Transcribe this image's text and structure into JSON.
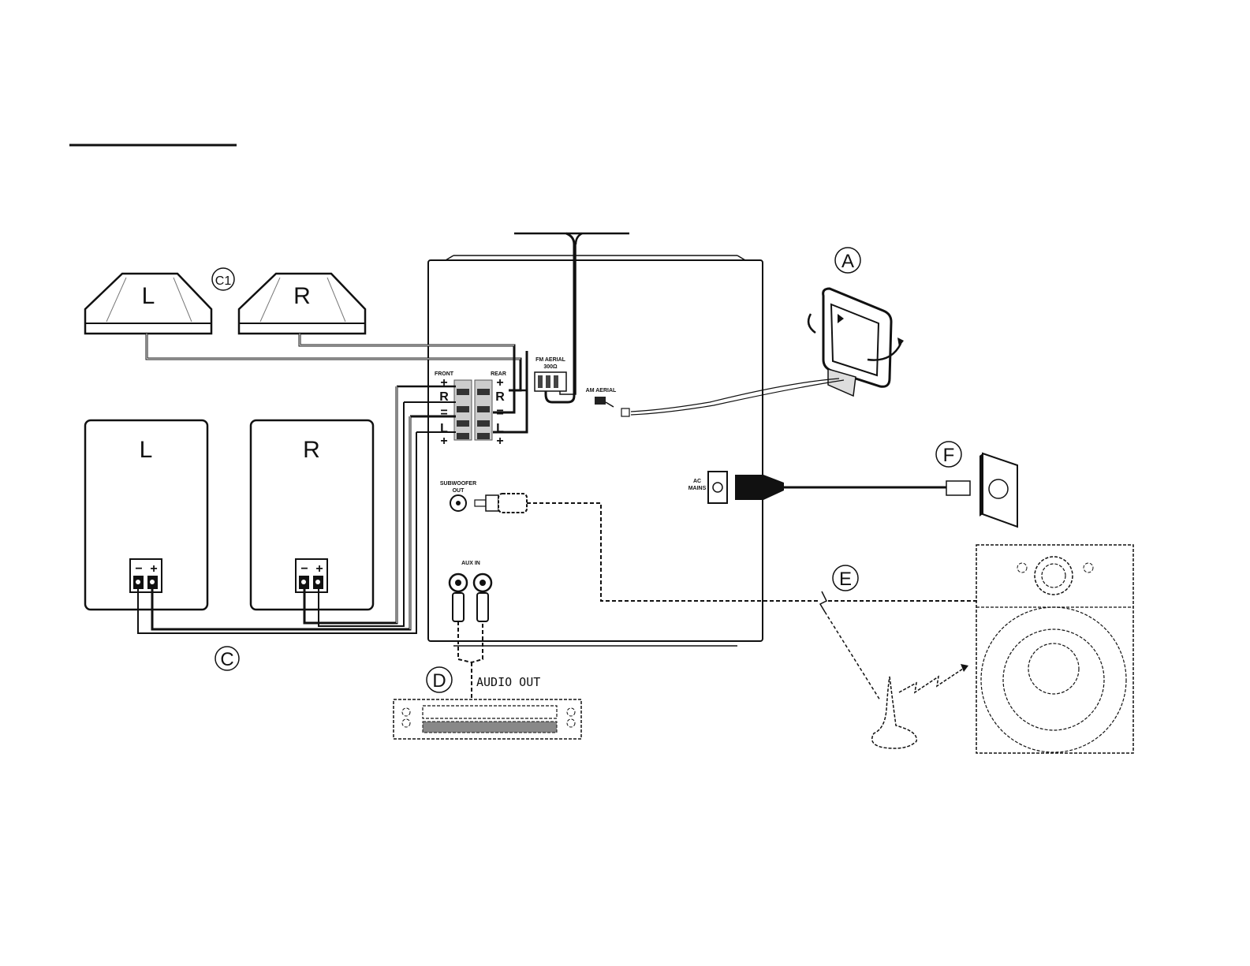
{
  "labels": {
    "callout_a": "A",
    "callout_c": "C",
    "callout_c1": "C1",
    "callout_d": "D",
    "callout_e": "E",
    "callout_f": "F",
    "front_left": "L",
    "front_right": "R",
    "rear_left": "L",
    "rear_right": "R",
    "minus": "−",
    "plus": "+",
    "front": "FRONT",
    "rear": "REAR",
    "fm_aerial": "FM AERIAL",
    "fm_ohm": "300Ω",
    "am_aerial": "AM AERIAL",
    "subwoofer_out_line1": "SUBWOOFER",
    "subwoofer_out_line2": "OUT",
    "aux_in": "AUX IN",
    "ac_mains_line1": "AC",
    "ac_mains_line2": "MAINS",
    "audio_out": "AUDIO OUT",
    "term_r": "R",
    "term_l": "L",
    "term_eq": "="
  },
  "colors": {
    "ink": "#111111",
    "panel_fill": "#ffffff",
    "shade": "#9a9a9a"
  }
}
